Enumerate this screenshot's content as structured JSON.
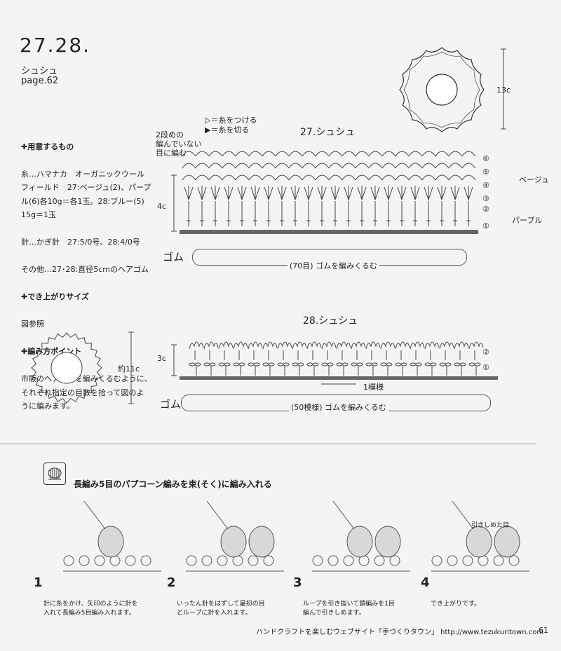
{
  "header": {
    "title": "27.28.",
    "subtitle": "シュシュ",
    "page_ref": "page.62"
  },
  "materials": {
    "heading": "✚用意するもの",
    "yarn": "糸…ハマナカ　オーガニックウール\nフィールド　27:ベージュ(2)、パープ\nル(6)各10g＝各1玉。28:ブルー(5)\n15g＝1玉",
    "needle": "針…かぎ針　27:5/0号、28:4/0号",
    "other": "その他…27･28:直径5cmのヘアゴム"
  },
  "size": {
    "heading": "✚でき上がりサイズ",
    "text": "図参照"
  },
  "points": {
    "heading": "✚編み方ポイント",
    "text": "市販のヘアゴムを編みくるむように、\nそれぞれ指定の目数を拾って図のよ\nうに編みます。"
  },
  "diagram27": {
    "title": "27.シュシュ",
    "legend_attach": "▷＝糸をつける",
    "legend_cut": "▶＝糸を切る",
    "note": "2段めの\n編んでいない\n目に編む",
    "height": "4c",
    "size_label": "13c",
    "rows": [
      "⑥",
      "⑤",
      "④",
      "③",
      "②",
      "①"
    ],
    "color_beige": "ベージュ",
    "color_purple": "パープル",
    "gomu": "ゴム",
    "band_text": "(70目) ゴムを編みくるむ"
  },
  "diagram28": {
    "title": "28.シュシュ",
    "height": "3c",
    "size_label": "約11c",
    "rows": [
      "②",
      "①"
    ],
    "repeat": "1模様",
    "gomu": "ゴム",
    "band_text": "(50模様) ゴムを編みくるむ"
  },
  "technique": {
    "title": "長編み5目のパプコーン編みを束(そく)に編み入れる",
    "steps": [
      {
        "n": "1",
        "text": "針に糸をかけ、矢印のように針を\n入れて長編み5目編み入れます。"
      },
      {
        "n": "2",
        "text": "いったん針をはずして最初の目\nとループに針を入れます。"
      },
      {
        "n": "3",
        "text": "ループを引き抜いて鎖編みを1目\n編んで引きしめます。"
      },
      {
        "n": "4",
        "text": "でき上がりです。"
      }
    ],
    "step4_callout": "引きしめた目"
  },
  "footer": {
    "text": "ハンドクラフトを楽しむウェブサイト「手づくりタウン」 http://www.tezukuritown.com",
    "page_number": "61"
  }
}
